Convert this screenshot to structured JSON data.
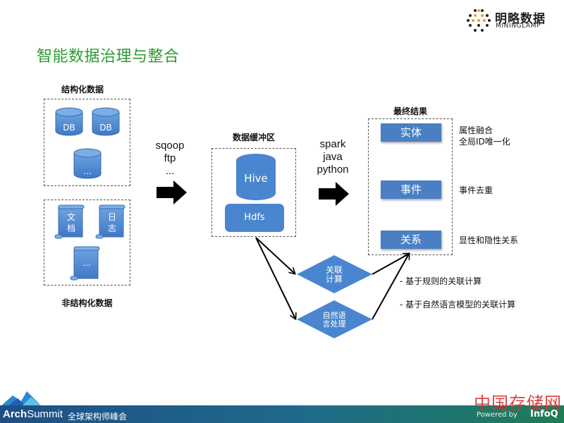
{
  "slide": {
    "title": "智能数据治理与整合",
    "logo": {
      "name_cn": "明略数据",
      "name_en": "MININGLAMP"
    }
  },
  "structured": {
    "label": "结构化数据",
    "items": [
      "DB",
      "DB",
      "..."
    ]
  },
  "unstructured": {
    "label": "非结构化数据",
    "items": [
      [
        "文",
        "档"
      ],
      [
        "日",
        "志"
      ],
      [
        "..."
      ]
    ]
  },
  "ingest": {
    "tools": [
      "sqoop",
      "ftp",
      "..."
    ]
  },
  "buffer": {
    "label": "数据缓冲区",
    "hive": "Hive",
    "hdfs": "Hdfs"
  },
  "process": {
    "tools": [
      "spark",
      "java",
      "python"
    ]
  },
  "results": {
    "label": "最终结果",
    "items": [
      {
        "name": "实体",
        "notes": [
          "属性融合",
          "全局ID唯一化"
        ]
      },
      {
        "name": "事件",
        "notes": [
          "事件去重"
        ]
      },
      {
        "name": "关系",
        "notes": [
          "显性和隐性关系"
        ]
      }
    ]
  },
  "computation": {
    "nodes": [
      [
        "关联",
        "计算"
      ],
      [
        "自然语",
        "言处理"
      ]
    ],
    "notes": [
      "- 基于规则的关联计算",
      "- 基于自然语言模型的关联计算"
    ]
  },
  "footer": {
    "brand_bold": "Arch",
    "brand_light": "Summit",
    "event_cn": "全球架构师峰会",
    "watermark": "中国存储网",
    "powered": "Powered by",
    "infoq": "InfoQ"
  },
  "colors": {
    "title_green": "#2e9a33",
    "shape_blue": "#4a7fc3",
    "footer_blue": "#1e4f86",
    "footer_green": "#1e7d55",
    "logo_orange": "#f0a020",
    "watermark_red": "#d8322f"
  }
}
